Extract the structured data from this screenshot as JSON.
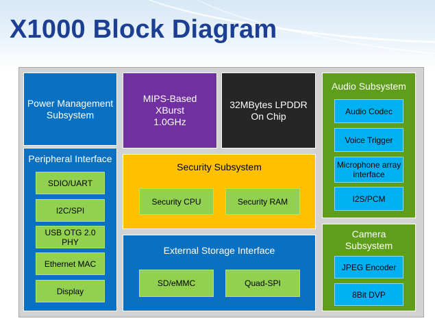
{
  "title": "X1000 Block Diagram",
  "blocks": {
    "power": {
      "label": "Power Management Subsystem"
    },
    "mips": {
      "label": "MIPS-Based XBurst 1.0GHz"
    },
    "lpddr": {
      "label": "32MBytes LPDDR On Chip"
    },
    "audio": {
      "title": "Audio Subsystem",
      "items": [
        "Audio Codec",
        "Voice Trigger",
        "Microphone array interface",
        "I2S/PCM"
      ]
    },
    "peripheral": {
      "title": "Peripheral Interface",
      "items": [
        "SDIO/UART",
        "I2C/SPI",
        "USB OTG 2.0 PHY",
        "Ethernet MAC",
        "Display"
      ]
    },
    "security": {
      "title": "Security Subsystem",
      "items": [
        "Security CPU",
        "Security RAM"
      ]
    },
    "storage": {
      "title": "External Storage Interface",
      "items": [
        "SD/eMMC",
        "Quad-SPI"
      ]
    },
    "camera": {
      "title": "Camera Subsystem",
      "items": [
        "JPEG Encoder",
        "8Bit DVP"
      ]
    }
  },
  "colors": {
    "title": "#1c3f94",
    "board": "#d3d3d3",
    "blue_block": "#0a70c1",
    "purple_block": "#7030a0",
    "black_block": "#262626",
    "gold_block": "#ffc000",
    "green_block": "#5e9e1a",
    "light_green_item": "#92d050",
    "light_blue_item": "#00b0f0"
  }
}
